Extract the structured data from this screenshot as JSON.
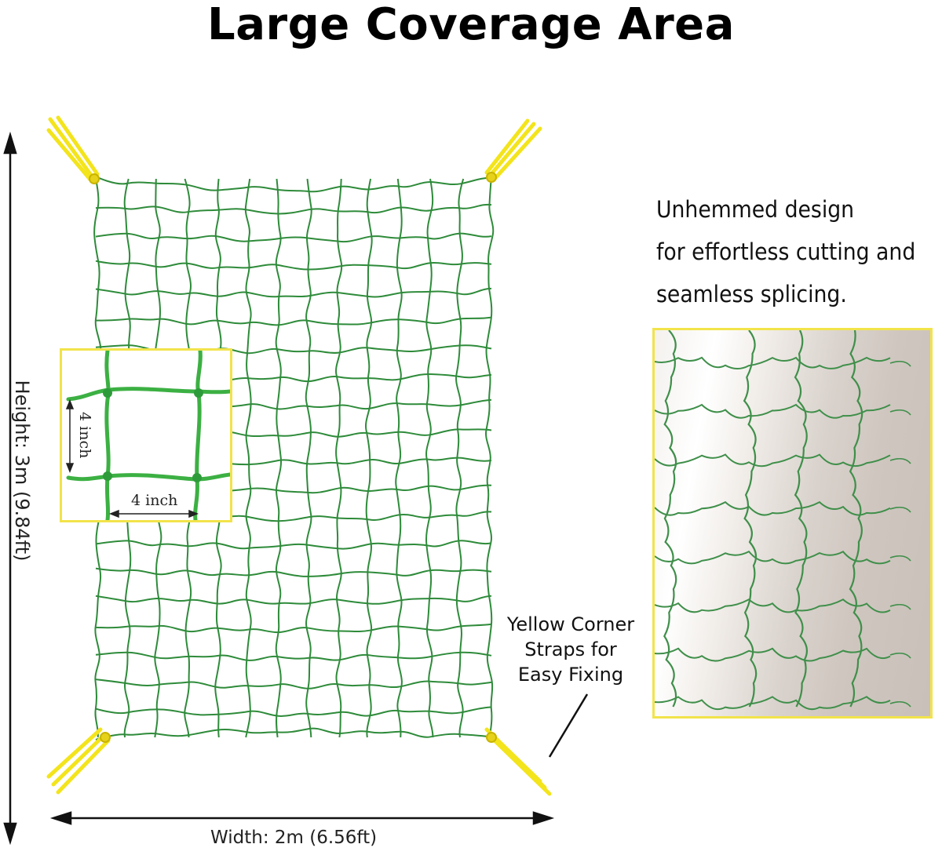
{
  "title": "Large Coverage Area",
  "dimensions": {
    "height_label": "Height: 3m (9.84ft)",
    "width_label": "Width: 2m (6.56ft)"
  },
  "zoom_inset": {
    "vertical_label": "4 inch",
    "horizontal_label": "4 inch"
  },
  "description": {
    "lines": [
      "Unhemmed design",
      "for effortless cutting and",
      "seamless splicing."
    ]
  },
  "callout": {
    "lines": [
      "Yellow Corner",
      "Straps for",
      "Easy Fixing"
    ]
  },
  "colors": {
    "net_green": "#2e8b3a",
    "strap_yellow": "#f3e41c",
    "frame_yellow": "#f2e34a",
    "inset_green": "#3cb043"
  }
}
